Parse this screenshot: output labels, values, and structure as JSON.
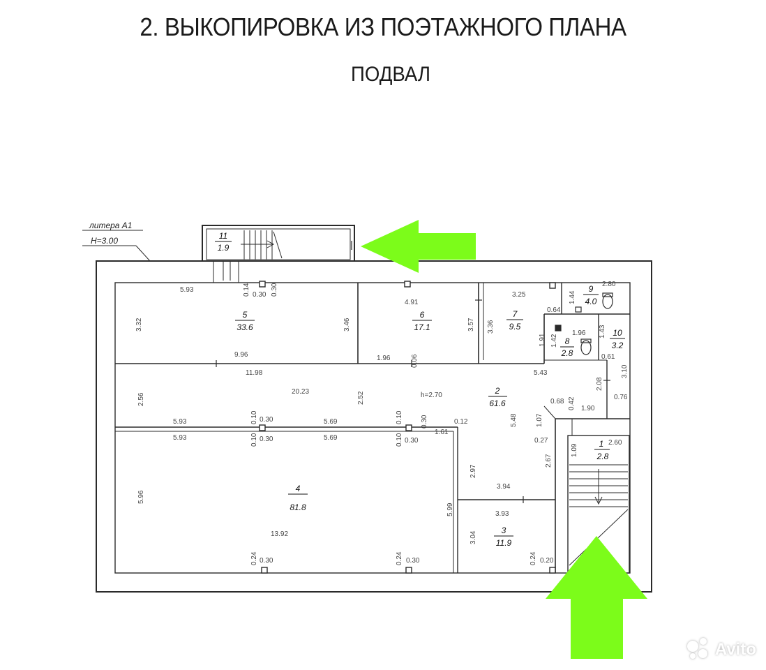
{
  "title": "2. ВЫКОПИРОВКА ИЗ ПОЭТАЖНОГО ПЛАНА",
  "subtitle": "ПОДВАЛ",
  "litera": {
    "name": "литера А1",
    "height": "Н=3.00"
  },
  "ceiling_note": "h=2.70",
  "rooms": [
    {
      "num": "1",
      "area": "2.8"
    },
    {
      "num": "2",
      "area": "61.6"
    },
    {
      "num": "3",
      "area": "11.9"
    },
    {
      "num": "4",
      "area": "81.8"
    },
    {
      "num": "5",
      "area": "33.6"
    },
    {
      "num": "6",
      "area": "17.1"
    },
    {
      "num": "7",
      "area": "9.5"
    },
    {
      "num": "8",
      "area": "2.8"
    },
    {
      "num": "9",
      "area": "4.0"
    },
    {
      "num": "10",
      "area": "3.2"
    },
    {
      "num": "11",
      "area": "1.9"
    }
  ],
  "dimensions": [
    "5.93",
    "0.14",
    "0.30",
    "0.30",
    "3.32",
    "3.46",
    "9.96",
    "4.91",
    "3.57",
    "1.96",
    "0.06",
    "3.25",
    "3.36",
    "1.44",
    "0.64",
    "1.91",
    "2.80",
    "1.96",
    "1.42",
    "1.43",
    "0.61",
    "3.10",
    "11.98",
    "5.43",
    "2.56",
    "20.23",
    "2.52",
    "2.08",
    "0.76",
    "0.68",
    "0.42",
    "1.90",
    "5.93",
    "0.10",
    "0.30",
    "5.69",
    "0.10",
    "0.30",
    "0.12",
    "5.48",
    "1.07",
    "5.93",
    "0.10",
    "0.30",
    "5.69",
    "0.10",
    "0.30",
    "1.61",
    "0.27",
    "2.60",
    "1.09",
    "5.96",
    "2.97",
    "2.67",
    "3.94",
    "5.99",
    "3.93",
    "3.04",
    "13.92",
    "0.24",
    "0.30",
    "0.24",
    "0.30",
    "0.24",
    "0.20"
  ],
  "colors": {
    "arrow": "#7CFC1A",
    "line": "#2a2a2a"
  },
  "watermark": {
    "icon": "avito-dots-icon",
    "text": "Avito"
  }
}
